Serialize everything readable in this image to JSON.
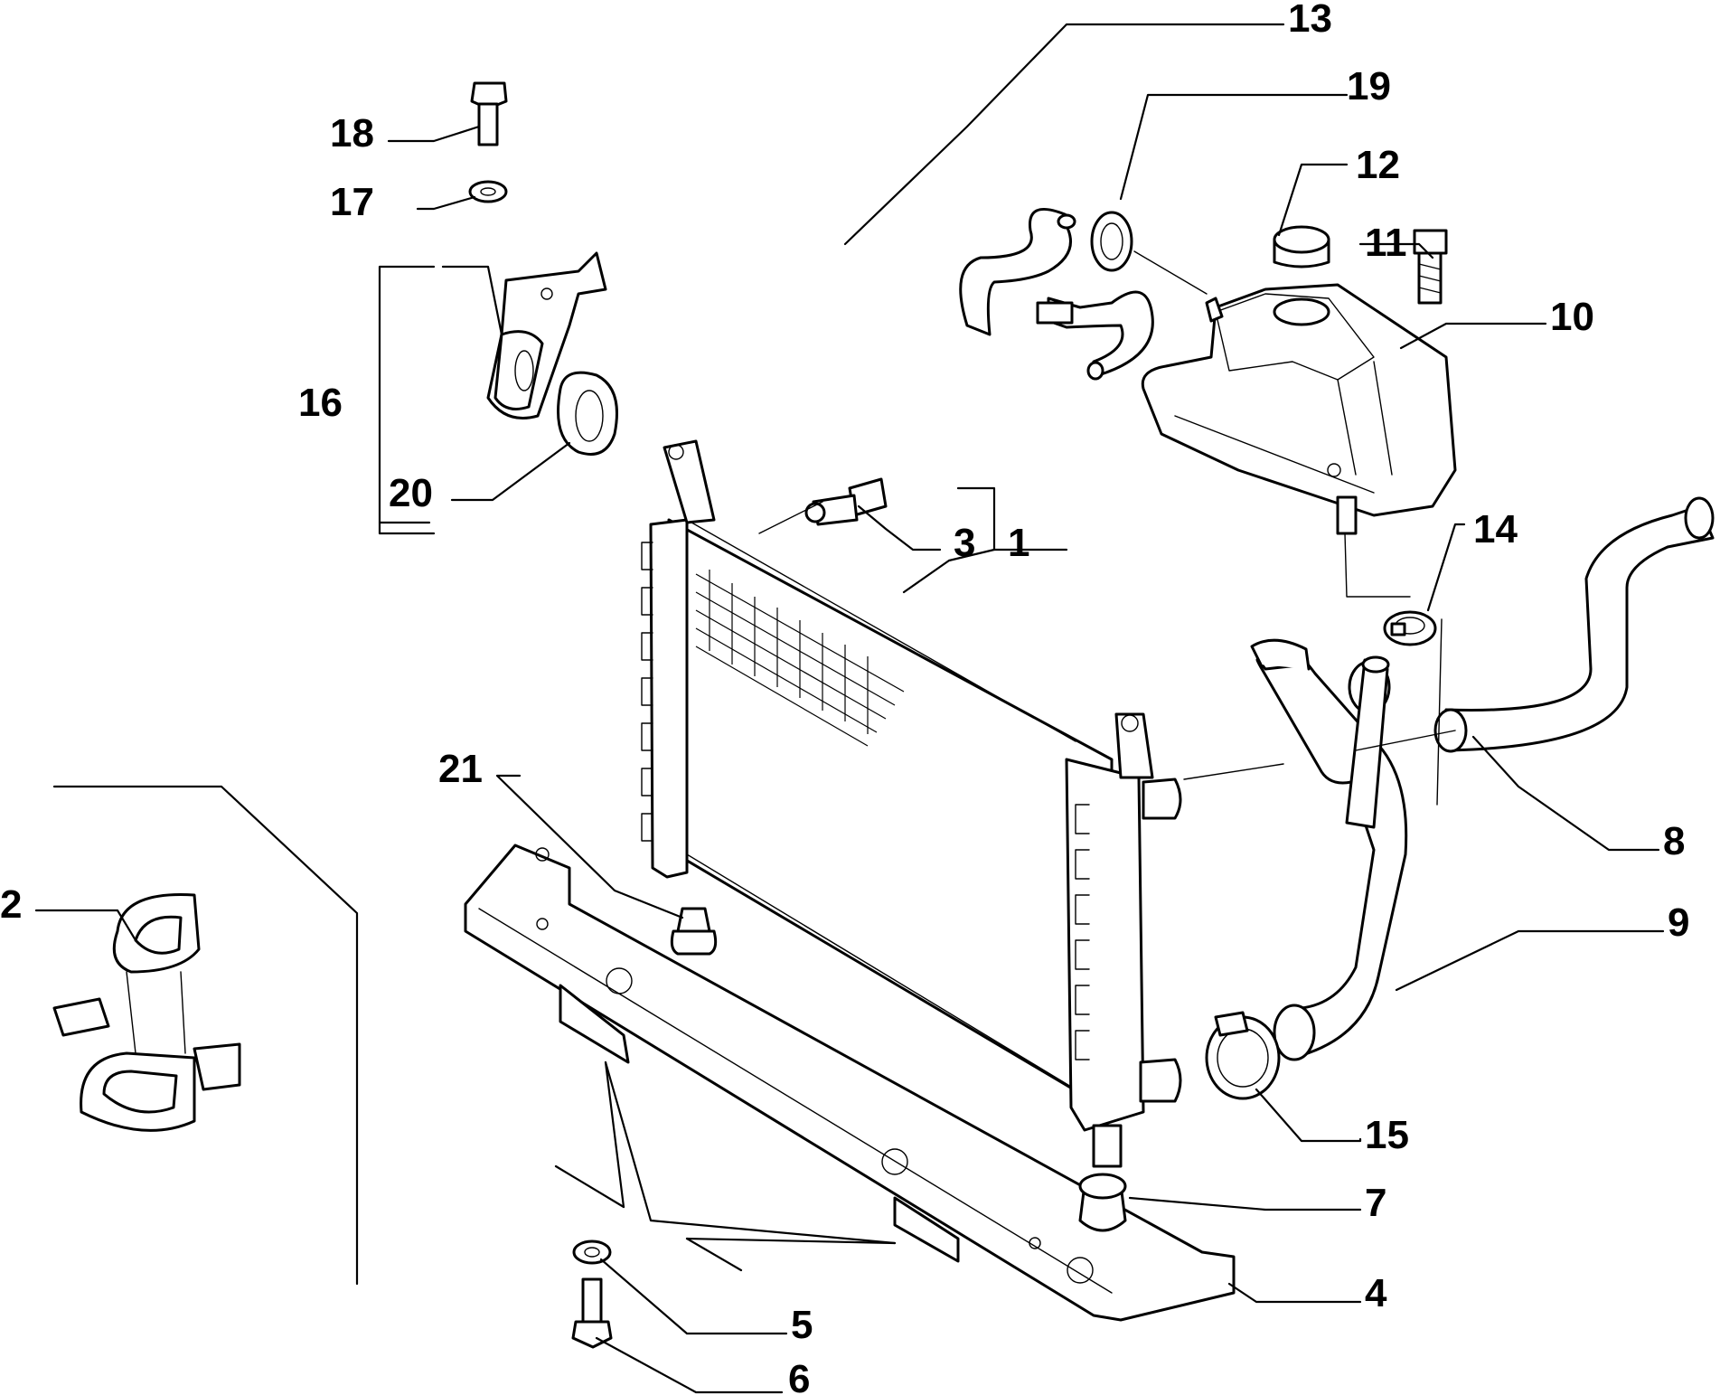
{
  "labels": {
    "n1": "1",
    "n2": "2",
    "n3": "3",
    "n4": "4",
    "n5": "5",
    "n6": "6",
    "n7": "7",
    "n8": "8",
    "n9": "9",
    "n10": "10",
    "n11": "11",
    "n12": "12",
    "n13": "13",
    "n14": "14",
    "n15": "15",
    "n16": "16",
    "n17": "17",
    "n18": "18",
    "n19": "19",
    "n20": "20",
    "n21": "21"
  },
  "colors": {
    "line": "#000000",
    "background": "#ffffff",
    "part_fill": "#f2f2f2"
  }
}
